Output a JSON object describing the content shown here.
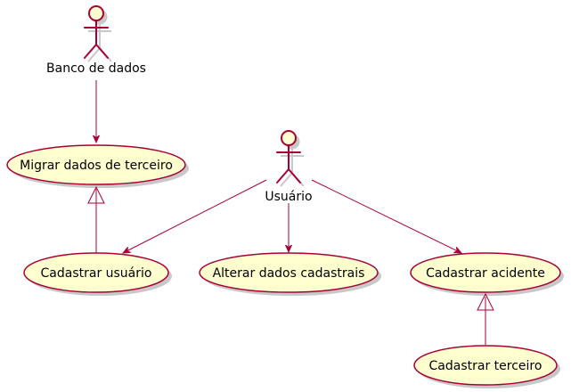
{
  "diagram": {
    "type": "use-case",
    "colors": {
      "line": "#A80036",
      "usecase_fill": "#FEFECE",
      "actor_fill": "#FEFECE",
      "text": "#000000",
      "shadow": "#C8C8C8"
    },
    "actors": [
      {
        "id": "banco",
        "label": "Banco de dados"
      },
      {
        "id": "usuario",
        "label": "Usuário"
      }
    ],
    "usecases": [
      {
        "id": "migrar",
        "label": "Migrar dados de terceiro"
      },
      {
        "id": "cad_usuario",
        "label": "Cadastrar usuário"
      },
      {
        "id": "alterar",
        "label": "Alterar dados cadastrais"
      },
      {
        "id": "cad_acidente",
        "label": "Cadastrar acidente"
      },
      {
        "id": "cad_terceiro",
        "label": "Cadastrar terceiro"
      }
    ],
    "relations": [
      {
        "from": "banco",
        "to": "migrar",
        "kind": "association"
      },
      {
        "from": "usuario",
        "to": "cad_usuario",
        "kind": "association"
      },
      {
        "from": "usuario",
        "to": "alterar",
        "kind": "association"
      },
      {
        "from": "usuario",
        "to": "cad_acidente",
        "kind": "association"
      },
      {
        "from": "cad_usuario",
        "to": "migrar",
        "kind": "generalization"
      },
      {
        "from": "cad_terceiro",
        "to": "cad_acidente",
        "kind": "generalization"
      }
    ]
  }
}
